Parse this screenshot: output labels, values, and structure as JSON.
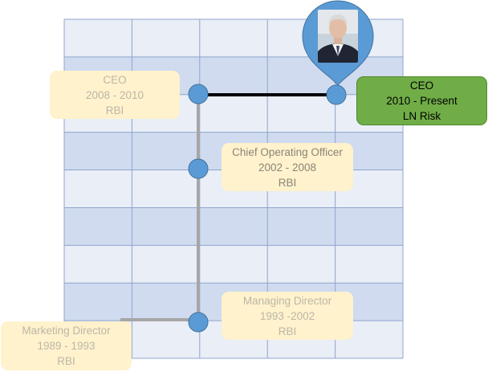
{
  "colors": {
    "grid_dark": "#d0dbef",
    "grid_light": "#e9eef7",
    "grid_line": "#8fa5cc",
    "node": "#5b9bd5",
    "current_box": "#70ad47",
    "past_box": "#fff2cc"
  },
  "positions": [
    {
      "title": "CEO",
      "dates": "2010 - Present",
      "company": "LN Risk",
      "current": true
    },
    {
      "title": "CEO",
      "dates": "2008 - 2010",
      "company": "RBI",
      "current": false
    },
    {
      "title": "Chief Operating Officer",
      "dates": "2002 - 2008",
      "company": "RBI",
      "current": false
    },
    {
      "title": "Managing Director",
      "dates": "1993 -2002",
      "company": "RBI",
      "current": false
    },
    {
      "title": "Marketing Director",
      "dates": "1989 - 1993",
      "company": "RBI",
      "current": false
    }
  ],
  "profile_marker": {
    "icon": "person-photo"
  }
}
